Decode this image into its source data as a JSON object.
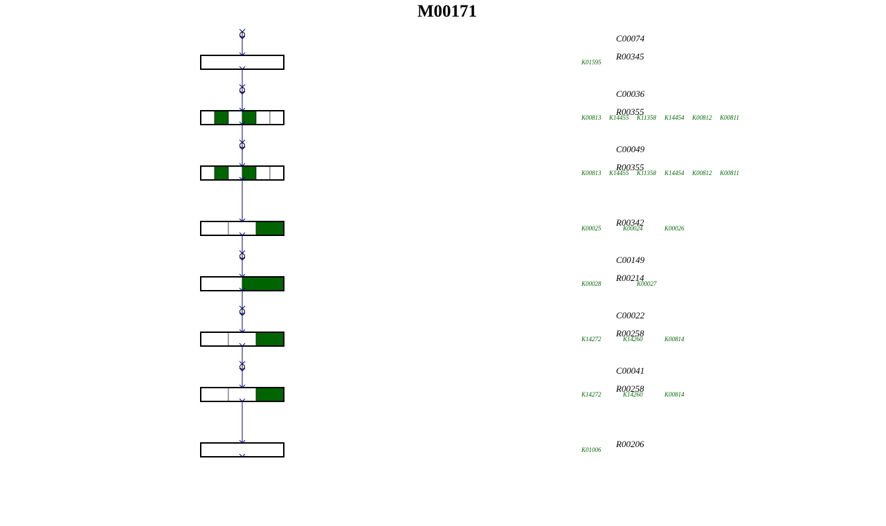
{
  "module": {
    "title": "M00171"
  },
  "colors": {
    "present": "#006400",
    "absent": "#ffffff",
    "arrow": "#00008b",
    "box_border": "#000000",
    "ko_text": "#006400",
    "text": "#000000"
  },
  "steps": [
    {
      "compound": "C00074",
      "reaction": "R00345",
      "boxes": [
        false
      ],
      "kos": [
        "K01595"
      ]
    },
    {
      "compound": "C00036",
      "reaction": "R00355",
      "boxes": [
        false,
        true,
        false,
        true,
        false,
        false
      ],
      "kos": [
        "K00813",
        "K14455",
        "K11358",
        "K14454",
        "K00812",
        "K00811"
      ]
    },
    {
      "compound": "C00049",
      "reaction": "R00355",
      "boxes": [
        false,
        true,
        false,
        true,
        false,
        false
      ],
      "kos": [
        "K00813",
        "K14455",
        "K11358",
        "K14454",
        "K00812",
        "K00811"
      ]
    },
    {
      "compound": "",
      "reaction": "R00342",
      "boxes": [
        false,
        false,
        true
      ],
      "kos": [
        "K00025",
        "K00024",
        "K00026"
      ]
    },
    {
      "compound": "C00149",
      "reaction": "R00214",
      "boxes": [
        false,
        true
      ],
      "kos": [
        "K00028",
        "K00027"
      ]
    },
    {
      "compound": "C00022",
      "reaction": "R00258",
      "boxes": [
        false,
        false,
        true
      ],
      "kos": [
        "K14272",
        "K14260",
        "K00814"
      ]
    },
    {
      "compound": "C00041",
      "reaction": "R00258",
      "boxes": [
        false,
        false,
        true
      ],
      "kos": [
        "K14272",
        "K14260",
        "K00814"
      ]
    },
    {
      "compound": "",
      "reaction": "R00206",
      "boxes": [
        false
      ],
      "kos": [
        "K01006"
      ]
    }
  ]
}
